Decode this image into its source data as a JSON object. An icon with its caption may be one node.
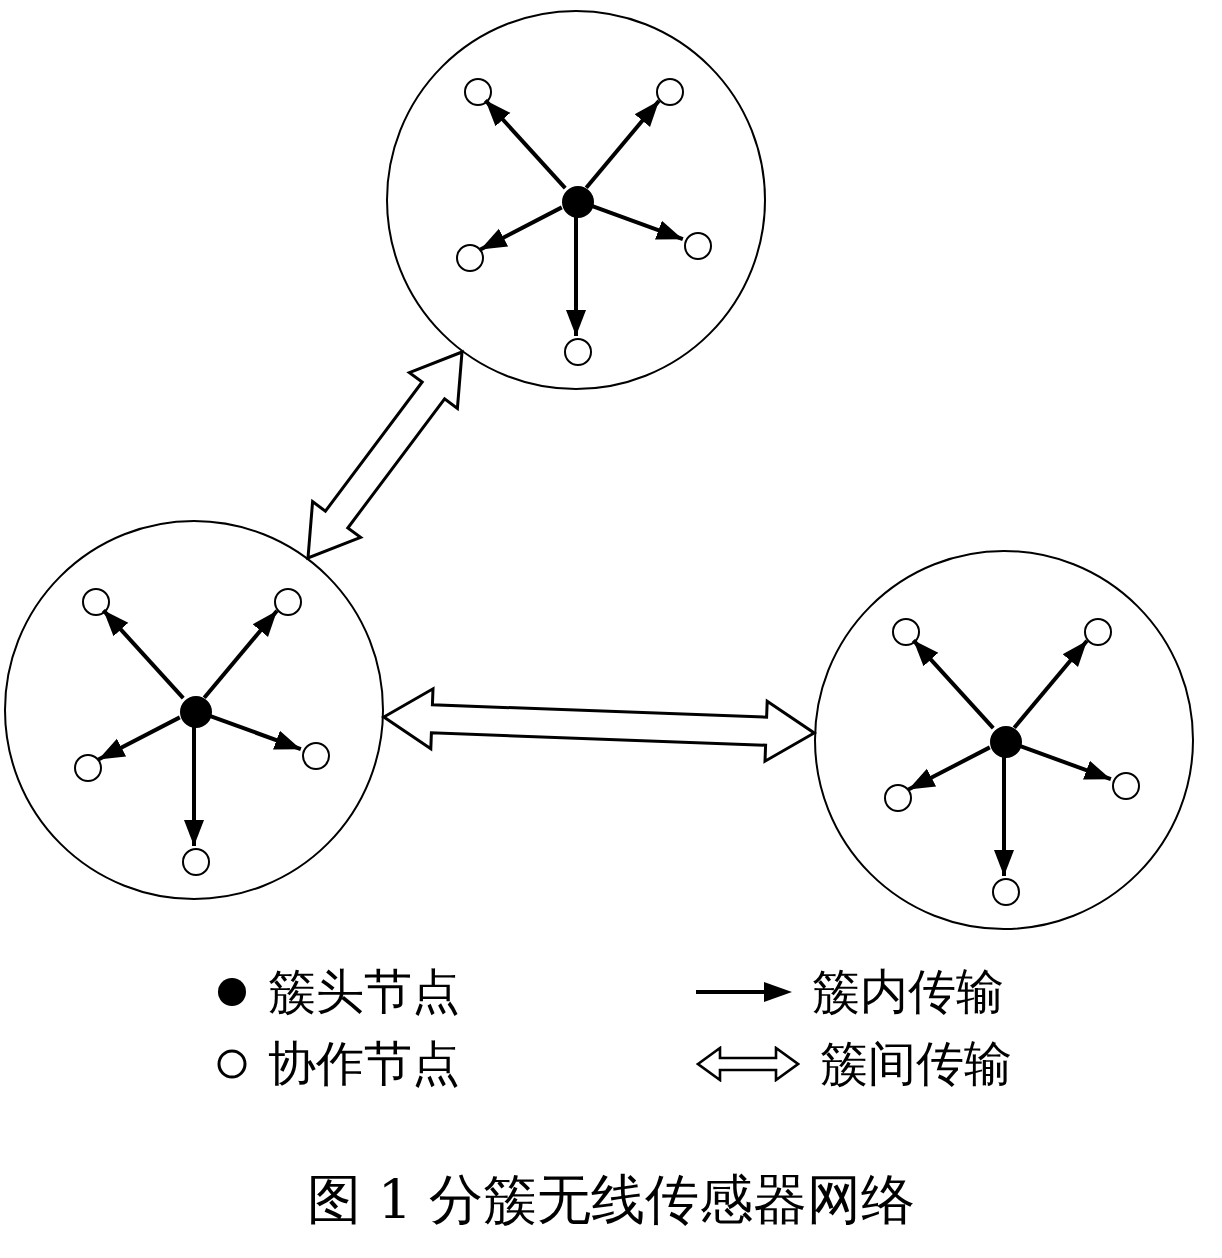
{
  "diagram": {
    "caption": "图 1 分簇无线传感器网络",
    "nodes": [
      {
        "text": [],
        "shape": "circle"
      },
      {
        "text": [],
        "shape": "dot",
        "in": 0
      },
      {
        "text": [],
        "shape": "circle",
        "in": 0
      },
      {
        "text": [],
        "shape": "circle",
        "in": 0
      },
      {
        "text": [],
        "shape": "circle",
        "in": 0
      },
      {
        "text": [],
        "shape": "circle",
        "in": 0
      },
      {
        "text": [],
        "shape": "circle",
        "in": 0
      },
      {
        "text": [],
        "shape": "circle"
      },
      {
        "text": [],
        "shape": "dot",
        "in": 7
      },
      {
        "text": [],
        "shape": "circle",
        "in": 7
      },
      {
        "text": [],
        "shape": "circle",
        "in": 7
      },
      {
        "text": [],
        "shape": "circle",
        "in": 7
      },
      {
        "text": [],
        "shape": "circle",
        "in": 7
      },
      {
        "text": [],
        "shape": "circle",
        "in": 7
      },
      {
        "text": [],
        "shape": "circle"
      },
      {
        "text": [],
        "shape": "dot",
        "in": 14
      },
      {
        "text": [],
        "shape": "circle",
        "in": 14
      },
      {
        "text": [],
        "shape": "circle",
        "in": 14
      },
      {
        "text": [],
        "shape": "circle",
        "in": 14
      },
      {
        "text": [],
        "shape": "circle",
        "in": 14
      },
      {
        "text": [],
        "shape": "circle",
        "in": 14
      }
    ],
    "edges": [
      {
        "from": 1,
        "to": 2,
        "arrow": "to"
      },
      {
        "from": 1,
        "to": 3,
        "arrow": "to"
      },
      {
        "from": 1,
        "to": 4,
        "arrow": "to"
      },
      {
        "from": 1,
        "to": 5,
        "arrow": "to"
      },
      {
        "from": 1,
        "to": 6,
        "arrow": "to"
      },
      {
        "from": 8,
        "to": 9,
        "arrow": "to"
      },
      {
        "from": 8,
        "to": 10,
        "arrow": "to"
      },
      {
        "from": 8,
        "to": 11,
        "arrow": "to"
      },
      {
        "from": 8,
        "to": 12,
        "arrow": "to"
      },
      {
        "from": 8,
        "to": 13,
        "arrow": "to"
      },
      {
        "from": 15,
        "to": 16,
        "arrow": "to"
      },
      {
        "from": 15,
        "to": 17,
        "arrow": "to"
      },
      {
        "from": 15,
        "to": 18,
        "arrow": "to"
      },
      {
        "from": 15,
        "to": 19,
        "arrow": "to"
      },
      {
        "from": 15,
        "to": 20,
        "arrow": "to"
      },
      {
        "from": 0,
        "to": 7,
        "arrow": "both",
        "style": "thick"
      },
      {
        "from": 7,
        "to": 14,
        "arrow": "both",
        "style": "thick"
      }
    ],
    "legend": [
      {
        "text": "簇头节点"
      },
      {
        "text": "簇内传输"
      },
      {
        "text": "协作节点"
      },
      {
        "text": "簇间传输"
      }
    ]
  }
}
